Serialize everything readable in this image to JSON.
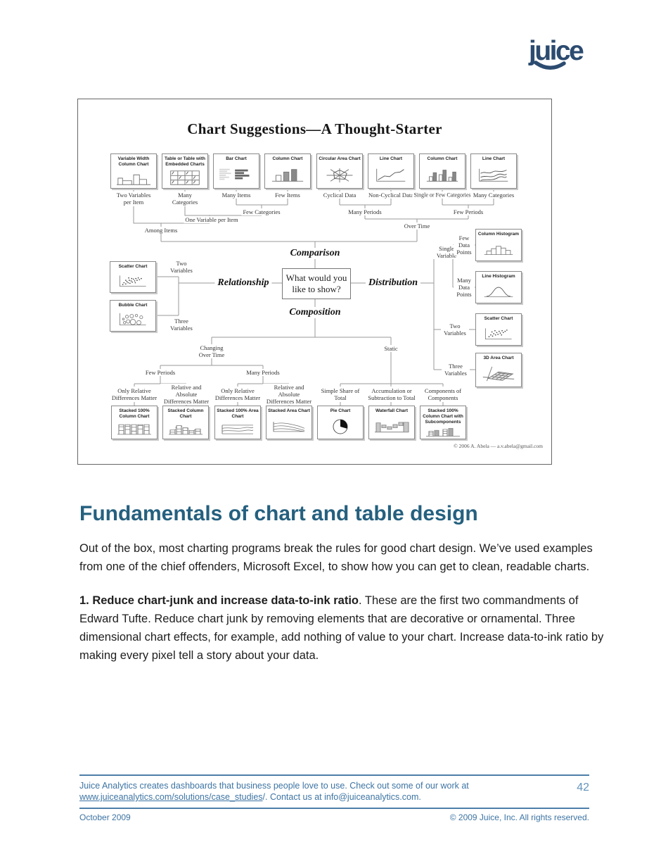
{
  "colors": {
    "logo_navy": "#2c4b70",
    "heading_blue": "#25607f",
    "footer_blue": "#3d74a3",
    "page_number_blue": "#6493bd",
    "diagram_line_gray": "#999999"
  },
  "header": {
    "logo_text": "juice"
  },
  "diagram": {
    "title": "Chart Suggestions—A Thought-Starter",
    "center_question": "What would you like to show?",
    "branch_labels": {
      "comparison": "Comparison",
      "relationship": "Relationship",
      "distribution": "Distribution",
      "composition": "Composition"
    },
    "top_row": [
      {
        "chart": "Variable Width Column Chart",
        "condition": "Two Variables per Item"
      },
      {
        "chart": "Table or Table with Embedded Charts",
        "condition": "Many Categories"
      },
      {
        "chart": "Bar Chart",
        "condition": "Many Items"
      },
      {
        "chart": "Column Chart",
        "condition": "Few Items"
      },
      {
        "chart": "Circular Area Chart",
        "condition": "Cyclical Data"
      },
      {
        "chart": "Line Chart",
        "condition": "Non-Cyclical Data"
      },
      {
        "chart": "Column Chart",
        "condition": "Single or Few Categories"
      },
      {
        "chart": "Line Chart",
        "condition": "Many Categories"
      }
    ],
    "connectors": {
      "few_categories": "Few Categories",
      "one_variable_per_item": "One Variable per Item",
      "among_items": "Among Items",
      "many_periods": "Many Periods",
      "few_periods": "Few Periods",
      "over_time": "Over Time",
      "changing_over_time": "Changing Over Time",
      "static": "Static",
      "few_periods_2": "Few Periods",
      "many_periods_2": "Many Periods"
    },
    "relationship_group": {
      "scatter": {
        "chart": "Scatter Chart",
        "condition": "Two Variables"
      },
      "bubble": {
        "chart": "Bubble Chart",
        "condition": "Three Variables"
      }
    },
    "distribution_group": {
      "single_variable": "Single Variable",
      "column_histogram": {
        "chart": "Column Histogram",
        "condition": "Few Data Points"
      },
      "line_histogram": {
        "chart": "Line Histogram",
        "condition": "Many Data Points"
      },
      "scatter": {
        "chart": "Scatter Chart",
        "condition": "Two Variables"
      },
      "area_3d": {
        "chart": "3D Area Chart",
        "condition": "Three Variables"
      }
    },
    "composition_leaves": [
      {
        "condition": "Only Relative Differences Matter",
        "chart": "Stacked 100% Column Chart"
      },
      {
        "condition": "Relative and Absolute Differences Matter",
        "chart": "Stacked Column Chart"
      },
      {
        "condition": "Only Relative Differences Matter",
        "chart": "Stacked 100% Area Chart"
      },
      {
        "condition": "Relative and Absolute Differences Matter",
        "chart": "Stacked Area Chart"
      },
      {
        "condition": "Simple Share of Total",
        "chart": "Pie Chart"
      },
      {
        "condition": "Accumulation or Subtraction to Total",
        "chart": "Waterfall Chart"
      },
      {
        "condition": "Components of Components",
        "chart": "Stacked 100% Column Chart with Subcomponents"
      }
    ],
    "credit": "© 2006 A. Abela — a.v.abela@gmail.com"
  },
  "article": {
    "heading": "Fundamentals of chart and table design",
    "para1": "Out of the box, most charting programs break the rules for good chart design. We’ve used examples from one of the chief offenders, Microsoft Excel, to show how you can get to clean, readable charts.",
    "para2_lead": "1. Reduce chart-junk and increase data-to-ink ratio",
    "para2_rest": ". These are the first two commandments of Edward Tufte. Reduce chart junk by removing elements that are decorative or ornamental. Three dimensional chart effects, for example, add nothing of value to your chart. Increase data-to-ink ratio by making every pixel tell a story about your data."
  },
  "footer": {
    "blurb_line1": "Juice Analytics creates dashboards that business people love to use. Check out some of our work at",
    "link_text": "www.juiceanalytics.com/solutions/case_studies",
    "after_link": "/. Contact us at info@juiceanalytics.com.",
    "page_number": "42",
    "date": "October 2009",
    "copyright": "© 2009 Juice, Inc. All rights reserved."
  }
}
